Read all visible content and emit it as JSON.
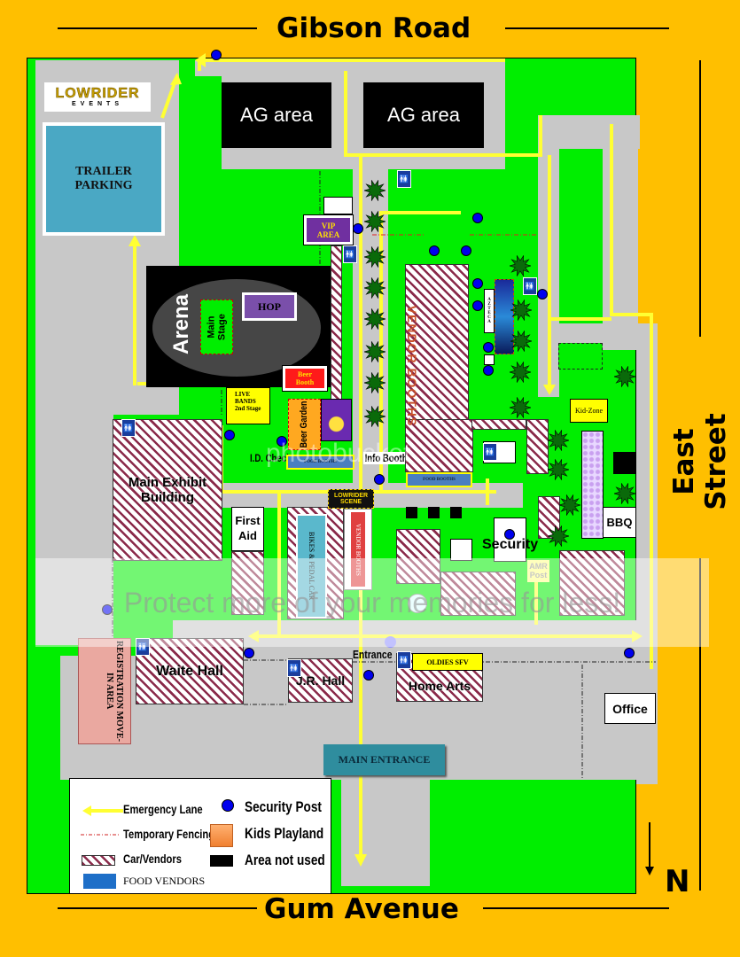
{
  "streets": {
    "north": "Gibson Road",
    "east": "East Street",
    "south": "Gum Avenue"
  },
  "logo": {
    "line1": "LOWRIDER",
    "line2": "EVENTS"
  },
  "areas": {
    "trailer_parking": "TRAILER PARKING",
    "ag_area_1": "AG area",
    "ag_area_2": "AG area",
    "arena": "Arena",
    "main_stage": "Main Stage",
    "hop": "HOP",
    "beer_booth": "Beer Booth",
    "vip_area": "VIP AREA",
    "live_bands": "LIVE BANDS",
    "second_stage": "2nd Stage",
    "beer_garden": "Beer Garden",
    "id_check": "I.D. Check",
    "food_booths_1": "FOOD BOOTHS",
    "info_booth": "Info Booth",
    "vendor_booths_main": "VENDOR BOOTHS",
    "food_booths_2": "FOOD BOOTHS",
    "azteca": "AZTECA",
    "kid_zone": "Kid-Zone",
    "bbq": "BBQ",
    "main_exhibit_building": "Main Exhibit Building",
    "first_aid": "First Aid",
    "bikes_pedal_car": "BIKES & PEDAL CAR",
    "lowrider_scene": "LOWRIDER SCENE",
    "vendor_booths_small": "VENDOR BOOTHS",
    "security": "Security",
    "amr_post": "AMR Post",
    "waite_hall": "Waite Hall",
    "jr_hall": "J.R. Hall",
    "entrance": "Entrance",
    "oldies_sfv": "OLDIES SFV",
    "home_arts": "Home Arts",
    "registration": "REGISTRATION MOVE-IN AREA",
    "office": "Office",
    "main_entrance": "MAIN ENTRANCE"
  },
  "legend": {
    "emergency_lane": "Emergency Lane",
    "temporary_fencing": "Temporary Fencing",
    "car_vendors": "Car/Vendors",
    "food_vendors": "FOOD VENDORS",
    "security_post": "Security Post",
    "kids_playland": "Kids Playland",
    "area_not_used": "Area not used"
  },
  "north_label": "N",
  "watermark": {
    "brand": "photobucket",
    "tagline": "Protect more of your memories for less!"
  },
  "colors": {
    "background": "#ffbf00",
    "grass": "#00ee00",
    "lane": "#ffff33",
    "security": "#0000ee",
    "hatch": "#8a2a4a",
    "food": "#4a7fc0"
  }
}
